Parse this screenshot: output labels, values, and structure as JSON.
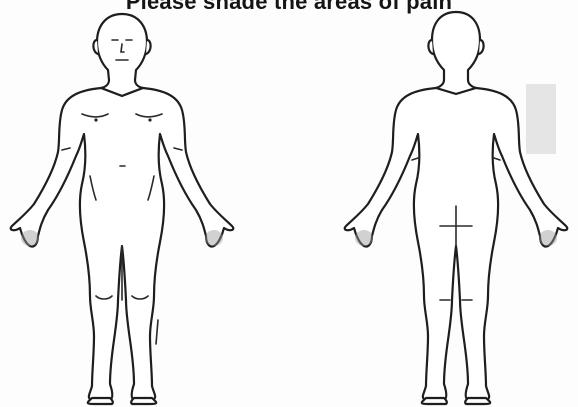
{
  "instruction": "Please shade the areas of pain",
  "figures": [
    {
      "view": "front-view"
    },
    {
      "view": "back-view"
    }
  ],
  "colors": {
    "ink": "#1e1e1e",
    "paper": "#ffffff"
  }
}
